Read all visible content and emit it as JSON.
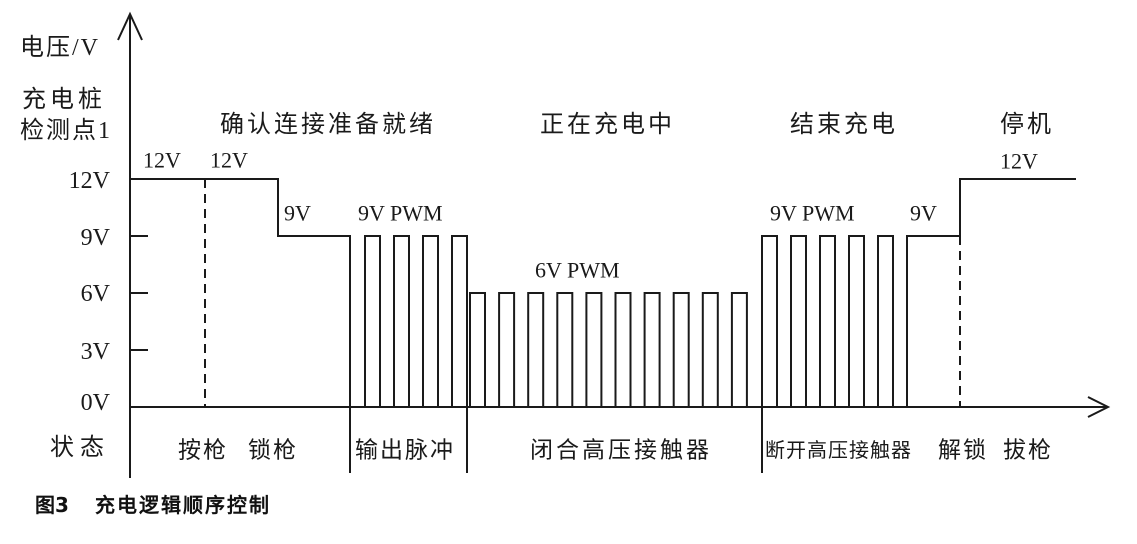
{
  "axes": {
    "y_title": "电压/V",
    "y_subtitle": [
      "充电桩",
      "检测点1"
    ],
    "y_ticks": [
      "12V",
      "9V",
      "6V",
      "3V",
      "0V"
    ],
    "state_label": "状态"
  },
  "phases": [
    "确认连接准备就绪",
    "正在充电中",
    "结束充电",
    "停机"
  ],
  "signal_labels": [
    "12V",
    "12V",
    "9V",
    "9V PWM",
    "6V PWM",
    "9V PWM",
    "9V",
    "12V"
  ],
  "states": [
    "按枪",
    "锁枪",
    "输出脉冲",
    "闭合高压接触器",
    "断开高压接触器",
    "解锁",
    "拔枪"
  ],
  "waveform": [
    {
      "volts": 12,
      "pulses": 0
    },
    {
      "volts": 9,
      "pulses": 0
    },
    {
      "volts": 9,
      "pulses": 4
    },
    {
      "volts": 6,
      "pulses": 10
    },
    {
      "volts": 9,
      "pulses": 5
    },
    {
      "volts": 9,
      "pulses": 0
    },
    {
      "volts": 12,
      "pulses": 0
    }
  ],
  "caption": {
    "label": "图3",
    "title": "充电逻辑顺序控制"
  },
  "colors": {
    "ink": "#1a1a1a",
    "background": "#ffffff"
  }
}
